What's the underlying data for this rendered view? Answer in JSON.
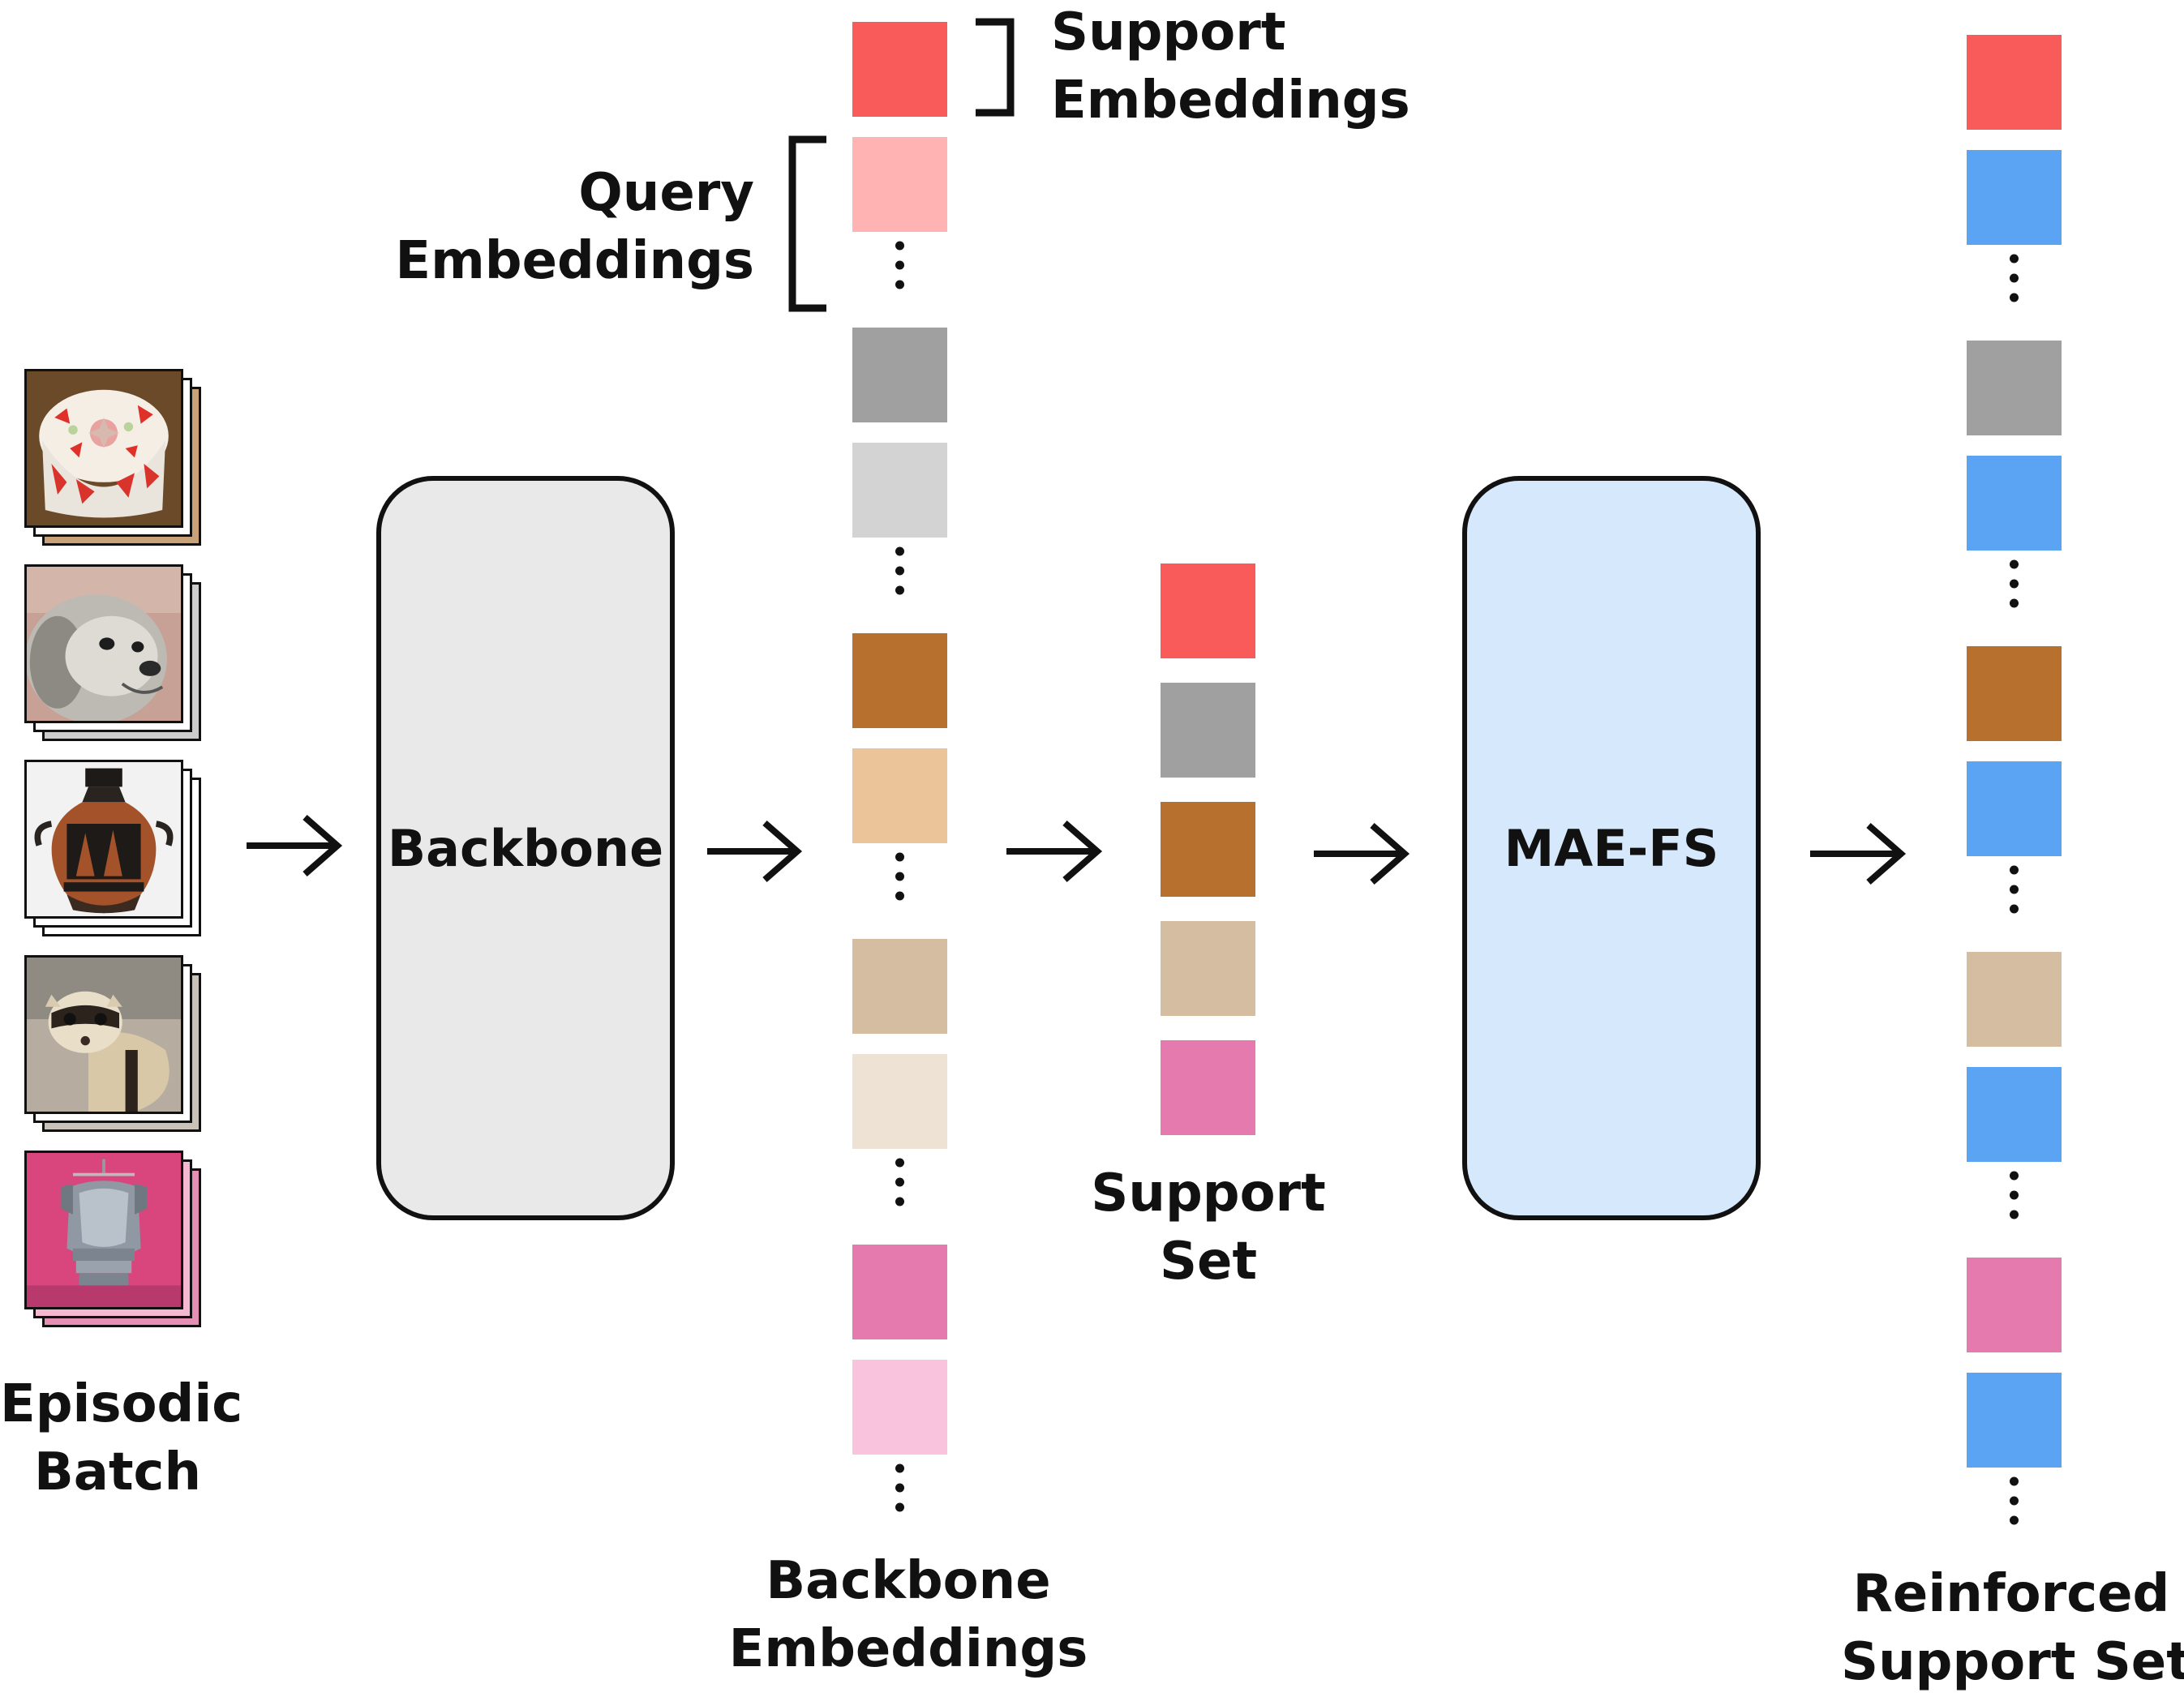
{
  "labels": {
    "support_embeddings": [
      "Support",
      "Embeddings"
    ],
    "query_embeddings": [
      "Query",
      "Embeddings"
    ],
    "episodic_batch": [
      "Episodic",
      "Batch"
    ],
    "backbone": "Backbone",
    "backbone_embeddings": [
      "Backbone",
      "Embeddings"
    ],
    "support_set": [
      "Support",
      "Set"
    ],
    "mae_fs": "MAE-FS",
    "reinforced_support_set": [
      "Reinforced",
      "Support Set"
    ]
  },
  "episodic_batch_images": [
    {
      "name": "strawberry-trifle-image",
      "stack_color": "#c9a27a"
    },
    {
      "name": "shih-tzu-dog-image",
      "stack_color": "#cccccc"
    },
    {
      "name": "greek-amphora-vase-image",
      "stack_color": "#ffffff"
    },
    {
      "name": "black-footed-ferret-image",
      "stack_color": "#c8c2b8"
    },
    {
      "name": "armor-cuirass-image",
      "stack_color": "#e58fb5"
    }
  ],
  "backbone_embeddings_column": [
    {
      "kind": "square",
      "color": "#f95a5a"
    },
    {
      "kind": "square",
      "color": "#ffb3b3"
    },
    {
      "kind": "dots"
    },
    {
      "kind": "square",
      "color": "#a0a0a0"
    },
    {
      "kind": "square",
      "color": "#d3d3d3"
    },
    {
      "kind": "dots"
    },
    {
      "kind": "square",
      "color": "#b8702e"
    },
    {
      "kind": "square",
      "color": "#ecc49a"
    },
    {
      "kind": "dots"
    },
    {
      "kind": "square",
      "color": "#d4bda0"
    },
    {
      "kind": "square",
      "color": "#ede2d3"
    },
    {
      "kind": "dots"
    },
    {
      "kind": "square",
      "color": "#e57aae"
    },
    {
      "kind": "square",
      "color": "#f9c3de"
    },
    {
      "kind": "dots"
    }
  ],
  "support_set_column": [
    {
      "color": "#f95a5a"
    },
    {
      "color": "#a0a0a0"
    },
    {
      "color": "#b8702e"
    },
    {
      "color": "#d4bda0"
    },
    {
      "color": "#e57aae"
    }
  ],
  "reinforced_support_set_column": [
    {
      "kind": "square",
      "color": "#f95a5a"
    },
    {
      "kind": "square",
      "color": "#5aa4f3"
    },
    {
      "kind": "dots"
    },
    {
      "kind": "square",
      "color": "#a0a0a0"
    },
    {
      "kind": "square",
      "color": "#5aa4f3"
    },
    {
      "kind": "dots"
    },
    {
      "kind": "square",
      "color": "#b8702e"
    },
    {
      "kind": "square",
      "color": "#5aa4f3"
    },
    {
      "kind": "dots"
    },
    {
      "kind": "square",
      "color": "#d4bda0"
    },
    {
      "kind": "square",
      "color": "#5aa4f3"
    },
    {
      "kind": "dots"
    },
    {
      "kind": "square",
      "color": "#e57aae"
    },
    {
      "kind": "square",
      "color": "#5aa4f3"
    },
    {
      "kind": "dots"
    }
  ],
  "colors": {
    "backbone_fill": "#e9e9e9",
    "mae_fs_fill": "#d6e8fc",
    "stroke": "#111111",
    "reinforcement_blue": "#5aa4f3"
  }
}
